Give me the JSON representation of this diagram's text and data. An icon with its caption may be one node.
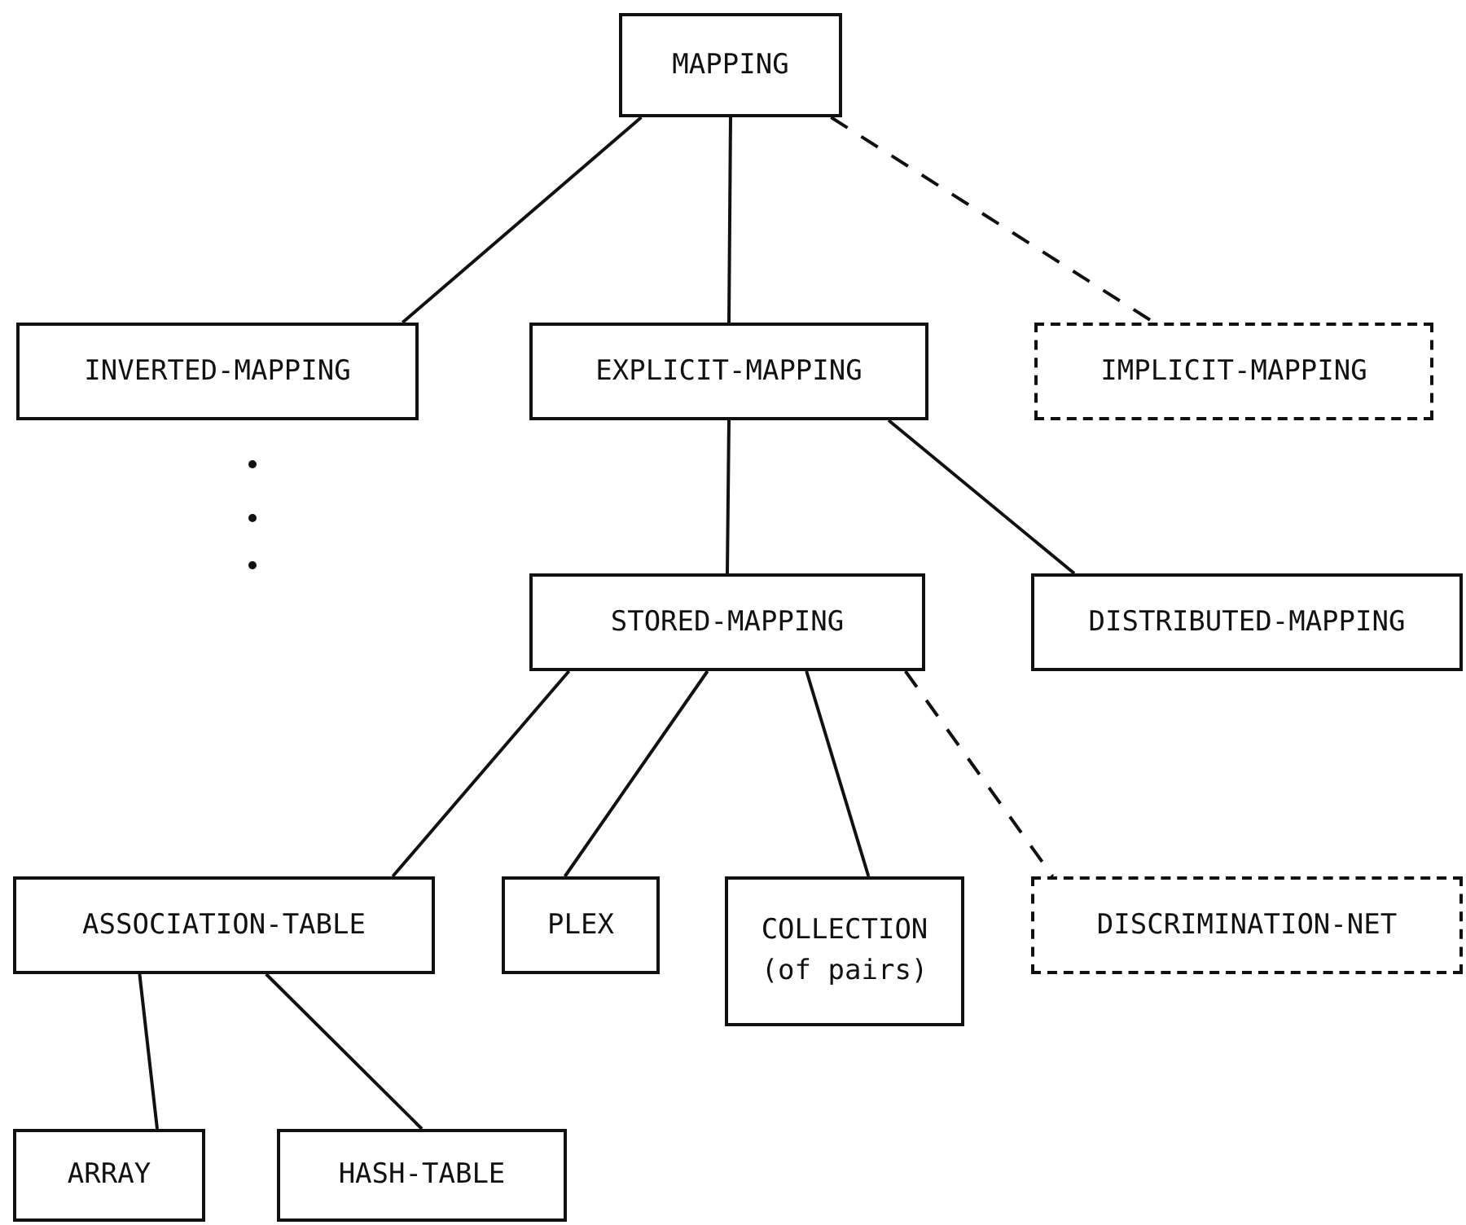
{
  "diagram": {
    "nodes": [
      {
        "text": [
          "MAPPING"
        ]
      },
      {
        "text": [
          "INVERTED-MAPPING"
        ]
      },
      {
        "text": [
          "EXPLICIT-MAPPING"
        ]
      },
      {
        "text": [
          "IMPLICIT-MAPPING"
        ]
      },
      {
        "text": [
          "STORED-MAPPING"
        ]
      },
      {
        "text": [
          "DISTRIBUTED-MAPPING"
        ]
      },
      {
        "text": [
          "ASSOCIATION-TABLE"
        ]
      },
      {
        "text": [
          "PLEX"
        ]
      },
      {
        "text": [
          "COLLECTION",
          "(of pairs)"
        ]
      },
      {
        "text": [
          "DISCRIMINATION-NET"
        ]
      },
      {
        "text": [
          "ARRAY"
        ]
      },
      {
        "text": [
          "HASH-TABLE"
        ]
      }
    ],
    "edges": [
      {
        "from": 0,
        "to": 1,
        "arrow": "none"
      },
      {
        "from": 0,
        "to": 2,
        "arrow": "none"
      },
      {
        "from": 0,
        "to": 3,
        "arrow": "none",
        "style": "dashed"
      },
      {
        "from": 2,
        "to": 4,
        "arrow": "none"
      },
      {
        "from": 2,
        "to": 5,
        "arrow": "none"
      },
      {
        "from": 4,
        "to": 6,
        "arrow": "none"
      },
      {
        "from": 4,
        "to": 7,
        "arrow": "none"
      },
      {
        "from": 4,
        "to": 8,
        "arrow": "none"
      },
      {
        "from": 4,
        "to": 9,
        "arrow": "none",
        "style": "dashed"
      },
      {
        "from": 6,
        "to": 10,
        "arrow": "none"
      },
      {
        "from": 6,
        "to": 11,
        "arrow": "none"
      }
    ]
  }
}
